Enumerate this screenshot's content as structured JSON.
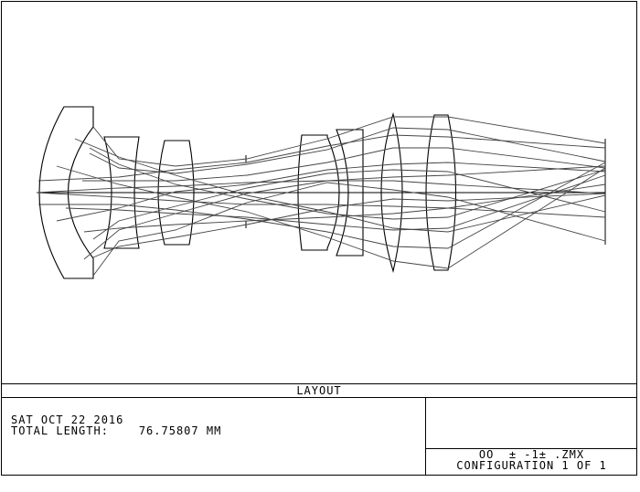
{
  "title_bar": {
    "label": "LAYOUT"
  },
  "info": {
    "date": "SAT OCT 22 2016",
    "total_length_label": "TOTAL LENGTH:",
    "total_length_value": "76.75807 MM"
  },
  "config": {
    "file": "OO  ± -1± .ZMX",
    "configuration": "CONFIGURATION 1 OF 1"
  }
}
